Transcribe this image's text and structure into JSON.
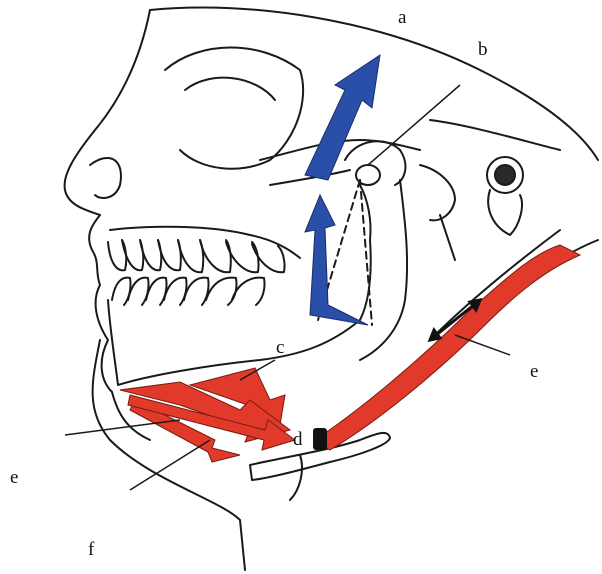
{
  "figure": {
    "labels": {
      "a": "a",
      "b": "b",
      "c": "c",
      "d": "d",
      "e_right": "e",
      "e_left": "e",
      "f": "f"
    },
    "colors": {
      "temporalis": "#2a4fa8",
      "muscles_red": "#e23a2a",
      "outline": "#1a1a1a",
      "background": "#ffffff"
    }
  }
}
